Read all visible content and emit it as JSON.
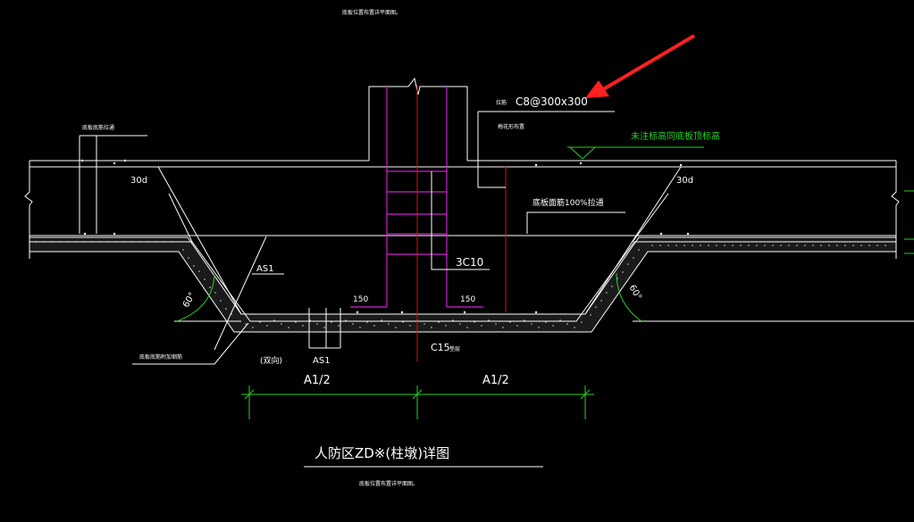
{
  "colors": {
    "background": "#000000",
    "line": "#ffffff",
    "rebar": "#d020d0",
    "axis": "#e01010",
    "dimension": "#22d422",
    "arrow": "#ff2020"
  },
  "labels": {
    "top_note": "底板位置布置详平面图。",
    "bottom_note": "底板位置布置详平面图。",
    "title": "人防区ZD※(柱墩)详图",
    "mesh_spec": "C8@300x300",
    "mesh_prefix": "拉筋",
    "mesh_note": "梅花形布置",
    "bottom_rebar_note": "底板面筋100%拉通",
    "unmarked_elev": "未注标高同底板顶标高",
    "bottom_bars_through": "底板底筋拉通",
    "bottom_added_bars": "底板底筋附加钢筋",
    "anchor_left": "30d",
    "anchor_right": "30d",
    "as1_upper": "AS1",
    "as1_lower": "AS1",
    "double_way": "(双向)",
    "bars_3c10": "3C10",
    "dist_150_left": "150",
    "dist_150_right": "150",
    "cushion": "C15",
    "cushion_suffix": "垫层",
    "angle_left": "60°",
    "angle_right": "60°",
    "dim_left": "A1/2",
    "dim_right": "A1/2"
  }
}
